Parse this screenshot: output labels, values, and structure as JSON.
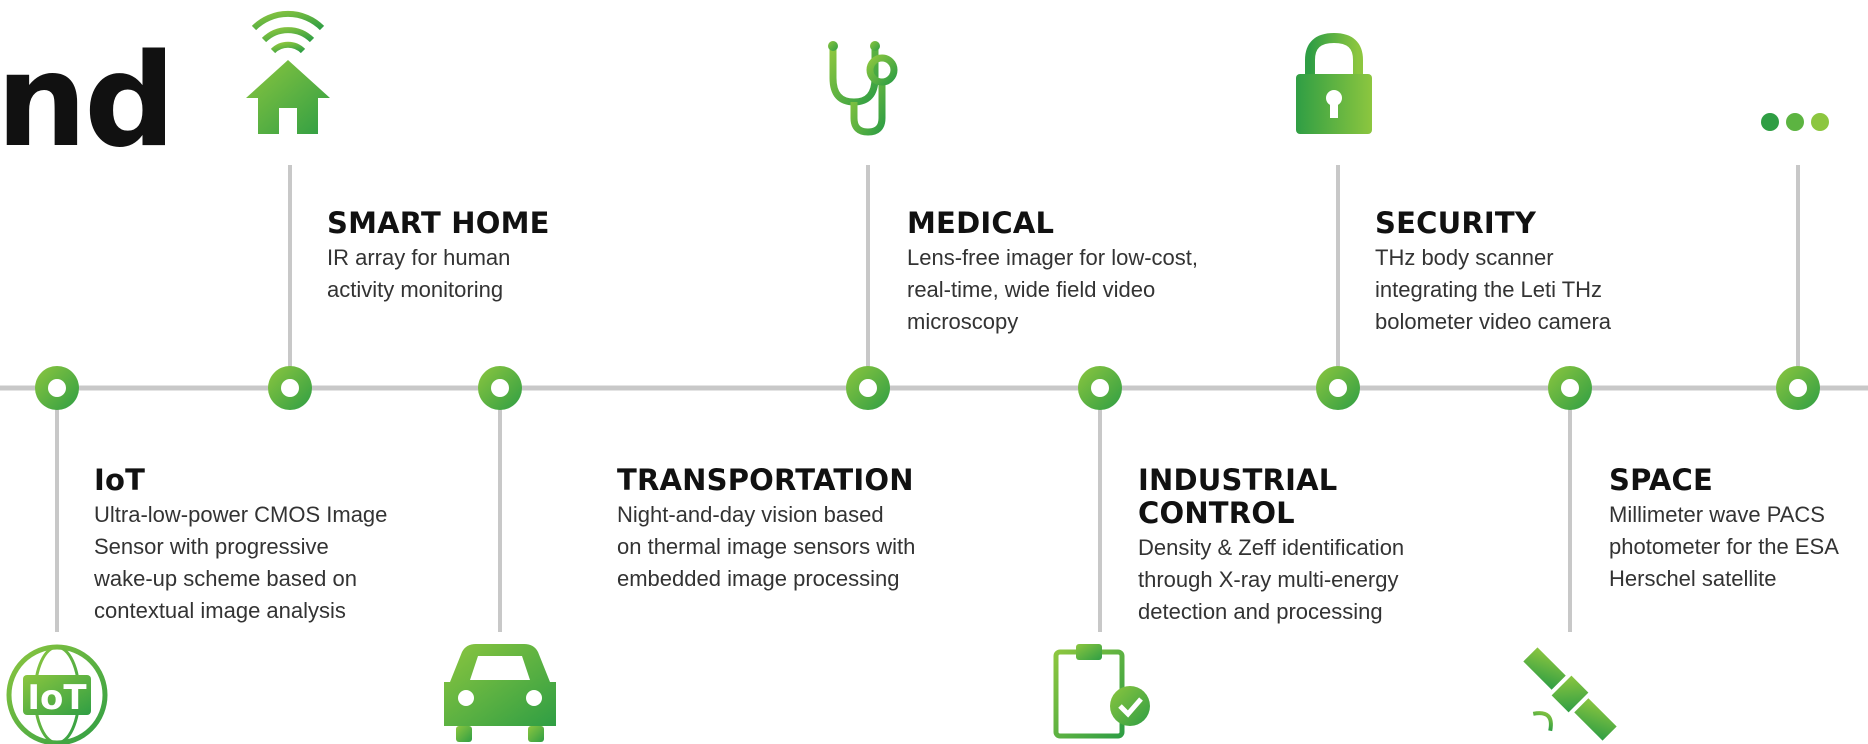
{
  "title_fragment": "nd",
  "colors": {
    "green_light": "#8cc63f",
    "green_dark": "#2f9e44",
    "line": "#c8c8c8",
    "text": "#1a1a1a"
  },
  "applications": [
    {
      "key": "iot",
      "heading": "IoT",
      "description": "Ultra-low-power CMOS Image\nSensor with progressive\nwake-up scheme based on\ncontextual image analysis",
      "icon": "iot-globe-icon",
      "icon_text": "IoT"
    },
    {
      "key": "smart_home",
      "heading": "SMART HOME",
      "description": "IR array for human\nactivity  monitoring",
      "icon": "smart-home-icon"
    },
    {
      "key": "transportation",
      "heading": "TRANSPORTATION",
      "description": "Night-and-day vision based\non thermal image sensors with\nembedded image processing",
      "icon": "car-icon"
    },
    {
      "key": "medical",
      "heading": "MEDICAL",
      "description": "Lens-free imager for low-cost,\nreal-time, wide field video\nmicroscopy",
      "icon": "stethoscope-icon"
    },
    {
      "key": "industrial_control",
      "heading": "INDUSTRIAL\nCONTROL",
      "description": "Density & Zeff identification\nthrough X-ray multi-energy\ndetection and processing",
      "icon": "clipboard-check-icon"
    },
    {
      "key": "security",
      "heading": "SECURITY",
      "description": "THz body scanner\nintegrating the Leti THz\nbolometer video camera",
      "icon": "padlock-icon"
    },
    {
      "key": "space",
      "heading": "SPACE",
      "description": "Millimeter wave PACS\nphotometer for the ESA\nHerschel satellite",
      "icon": "satellite-icon"
    },
    {
      "key": "more",
      "heading": "",
      "description": "",
      "icon": "more-dots-icon"
    }
  ]
}
